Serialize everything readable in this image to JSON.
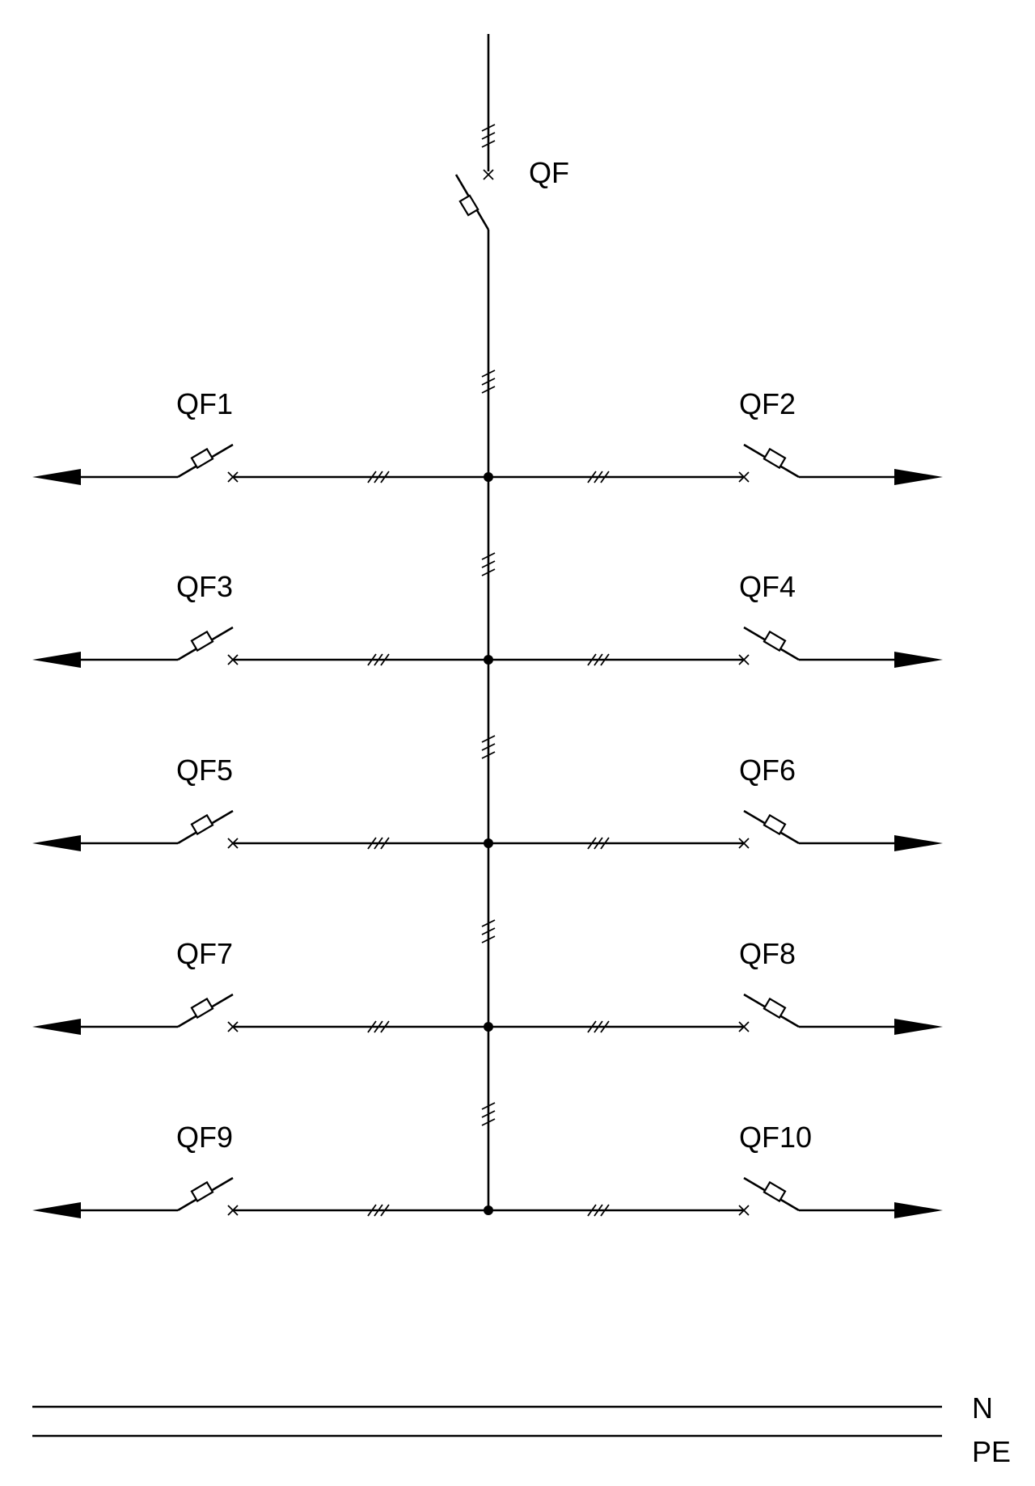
{
  "main_breaker": {
    "label": "QF"
  },
  "feeders": [
    {
      "label": "QF1",
      "side": "left"
    },
    {
      "label": "QF2",
      "side": "right"
    },
    {
      "label": "QF3",
      "side": "left"
    },
    {
      "label": "QF4",
      "side": "right"
    },
    {
      "label": "QF5",
      "side": "left"
    },
    {
      "label": "QF6",
      "side": "right"
    },
    {
      "label": "QF7",
      "side": "left"
    },
    {
      "label": "QF8",
      "side": "right"
    },
    {
      "label": "QF9",
      "side": "left"
    },
    {
      "label": "QF10",
      "side": "right"
    }
  ],
  "conductors": [
    {
      "label": "N"
    },
    {
      "label": "PE"
    }
  ],
  "colors": {
    "line": "#000000",
    "background": "#ffffff"
  }
}
